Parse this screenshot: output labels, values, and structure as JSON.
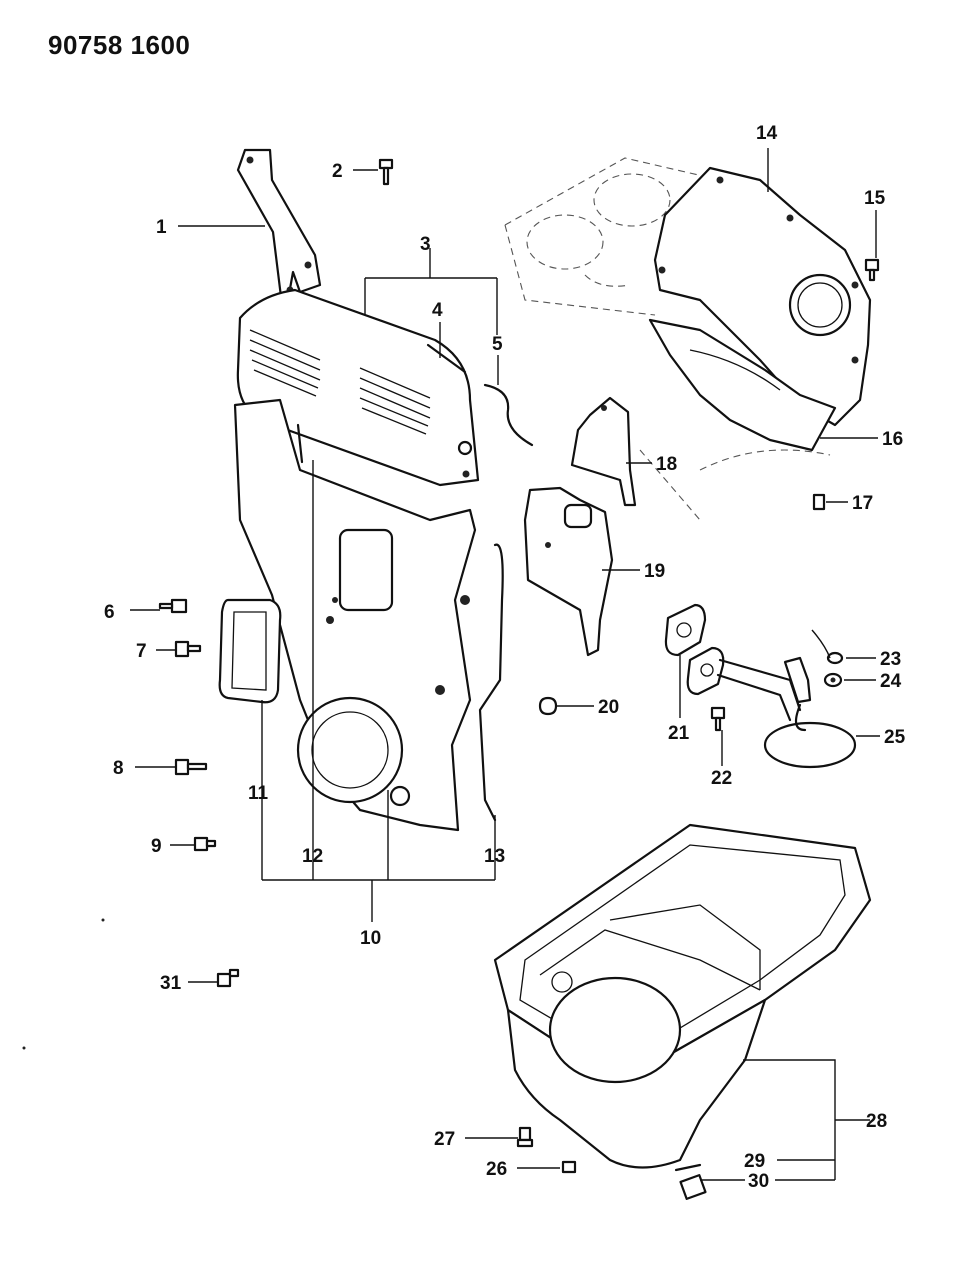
{
  "diagram_id": "90758 1600",
  "callouts": {
    "c1": "1",
    "c2": "2",
    "c3": "3",
    "c4": "4",
    "c5": "5",
    "c6": "6",
    "c7": "7",
    "c8": "8",
    "c9": "9",
    "c10": "10",
    "c11": "11",
    "c12": "12",
    "c13": "13",
    "c14": "14",
    "c15": "15",
    "c16": "16",
    "c17": "17",
    "c18": "18",
    "c19": "19",
    "c20": "20",
    "c21": "21",
    "c22": "22",
    "c23": "23",
    "c24": "24",
    "c25": "25",
    "c26": "26",
    "c27": "27",
    "c28": "28",
    "c29": "29",
    "c30": "30",
    "c31": "31"
  }
}
